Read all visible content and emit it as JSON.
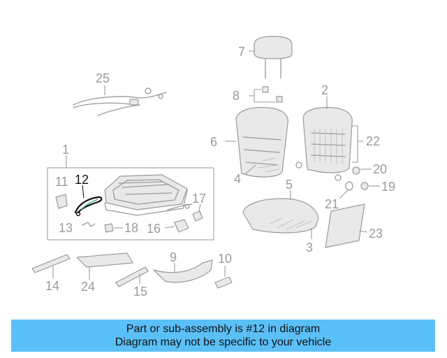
{
  "callouts": {
    "n1": "1",
    "n2": "2",
    "n3": "3",
    "n4": "4",
    "n5": "5",
    "n6": "6",
    "n7": "7",
    "n8": "8",
    "n9": "9",
    "n10": "10",
    "n11": "11",
    "n12": "12",
    "n13": "13",
    "n14": "14",
    "n15": "15",
    "n16": "16",
    "n17": "17",
    "n18": "18",
    "n19": "19",
    "n20": "20",
    "n21": "21",
    "n22": "22",
    "n23": "23",
    "n24": "24",
    "n25": "25"
  },
  "highlight_color": "#111111",
  "part_color": "#9a9a9a",
  "banner": {
    "line1": "Part or sub-assembly is #12 in diagram",
    "line2": "Diagram may not be specific to your vehicle",
    "background": "#5bc0f8"
  }
}
